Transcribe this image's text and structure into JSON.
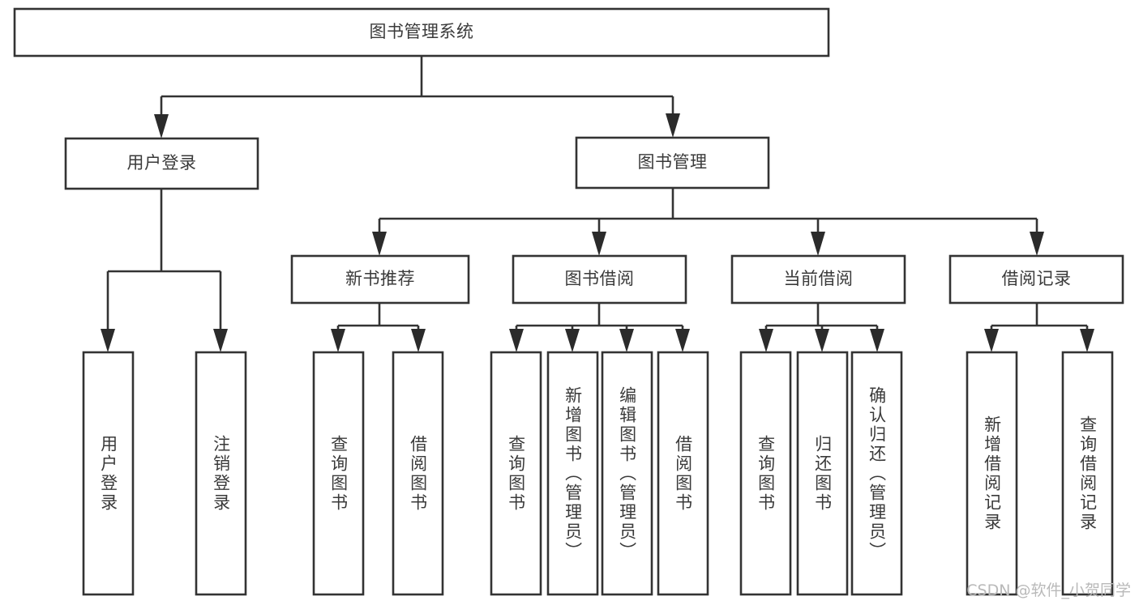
{
  "diagram": {
    "type": "tree-hierarchy",
    "title": "图书管理系统",
    "root": {
      "id": "root",
      "label": "图书管理系统"
    },
    "level2": [
      {
        "id": "user-login",
        "label": "用户登录"
      },
      {
        "id": "book-manage",
        "label": "图书管理"
      }
    ],
    "level3": [
      {
        "id": "new-book-recommend",
        "label": "新书推荐",
        "parent": "book-manage"
      },
      {
        "id": "book-borrow",
        "label": "图书借阅",
        "parent": "book-manage"
      },
      {
        "id": "current-borrow",
        "label": "当前借阅",
        "parent": "book-manage"
      },
      {
        "id": "borrow-record",
        "label": "借阅记录",
        "parent": "book-manage"
      }
    ],
    "leaves": [
      {
        "id": "leaf-user-login",
        "label": "用户登录",
        "parent": "user-login"
      },
      {
        "id": "leaf-user-logout",
        "label": "注销登录",
        "parent": "user-login"
      },
      {
        "id": "leaf-query-book-1",
        "label": "查询图书",
        "parent": "new-book-recommend"
      },
      {
        "id": "leaf-borrow-book-1",
        "label": "借阅图书",
        "parent": "new-book-recommend"
      },
      {
        "id": "leaf-query-book-2",
        "label": "查询图书",
        "parent": "book-borrow"
      },
      {
        "id": "leaf-add-book",
        "label": "新增图书（管理员）",
        "parent": "book-borrow"
      },
      {
        "id": "leaf-edit-book",
        "label": "编辑图书（管理员）",
        "parent": "book-borrow"
      },
      {
        "id": "leaf-borrow-book-2",
        "label": "借阅图书",
        "parent": "book-borrow"
      },
      {
        "id": "leaf-query-book-3",
        "label": "查询图书",
        "parent": "current-borrow"
      },
      {
        "id": "leaf-return-book",
        "label": "归还图书",
        "parent": "current-borrow"
      },
      {
        "id": "leaf-confirm-return",
        "label": "确认归还（管理员）",
        "parent": "current-borrow"
      },
      {
        "id": "leaf-add-record",
        "label": "新增借阅记录",
        "parent": "borrow-record"
      },
      {
        "id": "leaf-query-record",
        "label": "查询借阅记录",
        "parent": "borrow-record"
      }
    ],
    "colors": {
      "box_stroke": "#333333",
      "box_fill": "#ffffff",
      "text": "#3a3a3a",
      "connector": "#333333",
      "background": "#ffffff",
      "watermark": "#b9b9b9"
    }
  },
  "watermark": {
    "text": "CSDN @软件_小贺同学"
  }
}
